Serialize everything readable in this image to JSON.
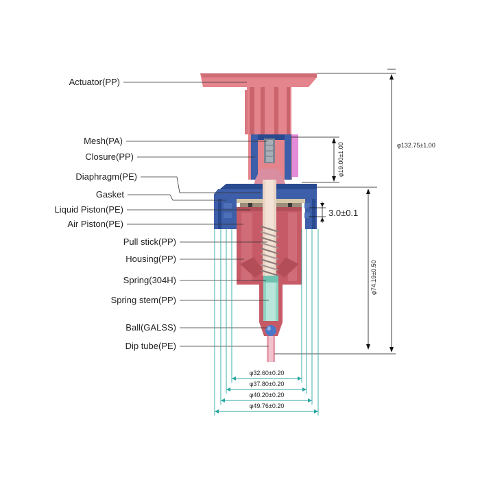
{
  "labels": [
    "Actuator(PP)",
    "Mesh(PA)",
    "Closure(PP)",
    "Diaphragm(PE)",
    "Gasket",
    "Liquid Piston(PE)",
    "Air Piston(PE)",
    "Pull stick(PP)",
    "Housing(PP)",
    "Spring(304H)",
    "Spring stem(PP)",
    "Ball(GALSS)",
    "Dip tube(PE)"
  ],
  "dimensions": {
    "total_height": "φ132.75±1.00",
    "closure_height": "φ19.00±1.00",
    "housing_height": "φ74.19±0.50",
    "gasket_thickness": "3.0±0.1",
    "diameters": [
      "φ32.60±0.20",
      "φ37.80±0.20",
      "φ40.20±0.20",
      "φ49.76±0.20"
    ]
  },
  "colors": {
    "actuator": "#e4848c",
    "actuator_dark": "#c9636c",
    "housing": "#c65b67",
    "closure_blue": "#3d5ea8",
    "closure_dark": "#2a4a90",
    "diaphragm": "#d88ea0",
    "stem_teal": "#8fd4c4",
    "spring": "#8c7a78",
    "ball_blue": "#4b78c9",
    "tube": "#e8a0b0",
    "dim_teal": "#2aa7a0",
    "pink_strip": "#e38cd8"
  }
}
